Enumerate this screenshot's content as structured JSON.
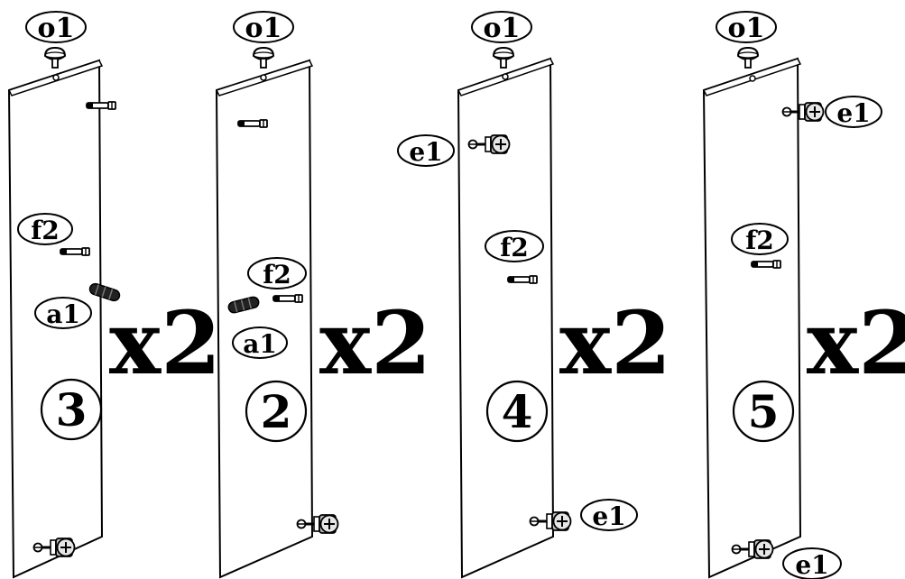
{
  "panels": [
    {
      "number": "3",
      "multiplier": "x2",
      "parts": {
        "top": "o1",
        "upper": "f2",
        "lower": "a1"
      }
    },
    {
      "number": "2",
      "multiplier": "x2",
      "parts": {
        "top": "o1",
        "upper": "f2",
        "lower": "a1"
      }
    },
    {
      "number": "4",
      "multiplier": "x2",
      "parts": {
        "top": "o1",
        "cam_upper": "e1",
        "dowel": "f2",
        "cam_lower": "e1"
      }
    },
    {
      "number": "5",
      "multiplier": "x2",
      "parts": {
        "top": "o1",
        "cam_upper": "e1",
        "dowel": "f2",
        "cam_lower": "e1"
      }
    }
  ],
  "icons": [
    "cap-screw-icon",
    "dowel-icon",
    "pin-icon",
    "cam-lock-icon"
  ],
  "colors": {
    "line": "#000000",
    "background": "#ffffff",
    "hardware_fill": "#bdbdbd"
  }
}
